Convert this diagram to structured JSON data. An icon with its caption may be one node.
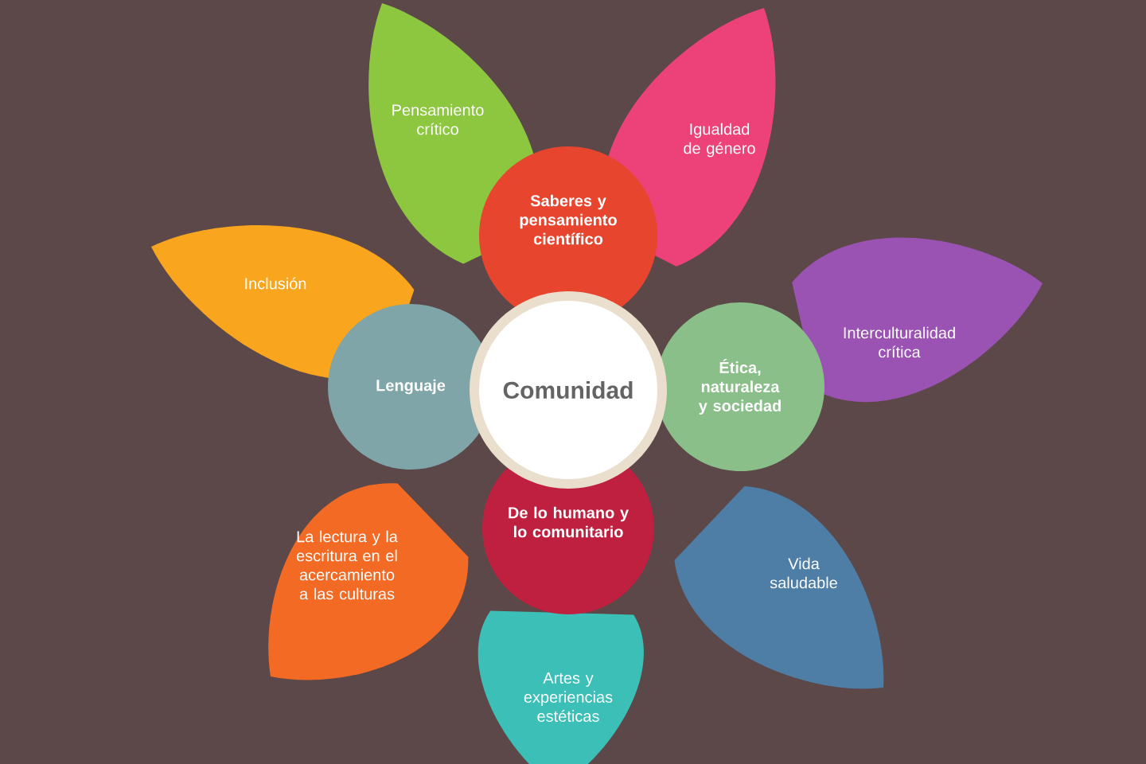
{
  "diagram": {
    "nodes": [
      {
        "text": [
          "Pensamiento crítico"
        ]
      },
      {
        "text": [
          "Igualdad de género"
        ]
      },
      {
        "text": [
          "Saberes y pensamiento científico"
        ]
      },
      {
        "text": [
          "Inclusión"
        ]
      },
      {
        "text": [
          "Lenguaje"
        ]
      },
      {
        "text": [
          "Comunidad"
        ]
      },
      {
        "text": [
          "Ética, naturaleza y sociedad"
        ]
      },
      {
        "text": [
          "Interculturalidad crítica"
        ]
      },
      {
        "text": [
          "La lectura y la escritura en el acercamiento a las culturas"
        ]
      },
      {
        "text": [
          "De lo humano y lo comunitario"
        ]
      },
      {
        "text": [
          "Vida saludable"
        ]
      },
      {
        "text": [
          "Artes y experiencias estéticas"
        ]
      }
    ]
  }
}
